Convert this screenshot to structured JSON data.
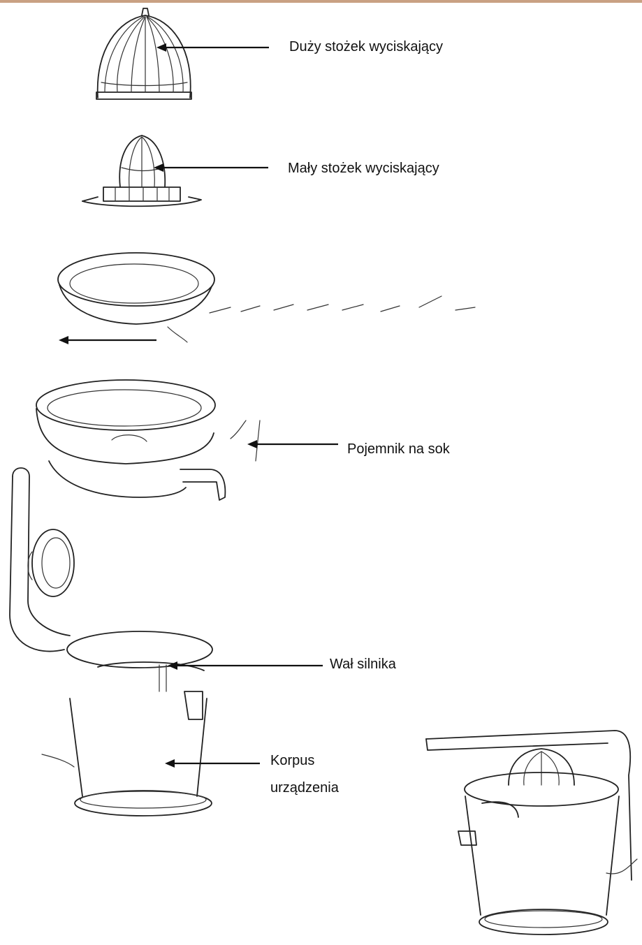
{
  "colors": {
    "top_bar": "#c9a183",
    "line": "#222222",
    "text": "#111111"
  },
  "labels": {
    "large_cone": "Duży stożek wyciskający",
    "small_cone": "Mały stożek wyciskający",
    "juice_container": "Pojemnik na sok",
    "motor_shaft": "Wał silnika",
    "housing_line1": "Korpus",
    "housing_line2": "urządzenia"
  },
  "illustrations": [
    "large-cone-icon",
    "small-cone-icon",
    "strainer-icon",
    "juice-container-icon",
    "juicer-base-icon",
    "assembled-juicer-icon"
  ]
}
